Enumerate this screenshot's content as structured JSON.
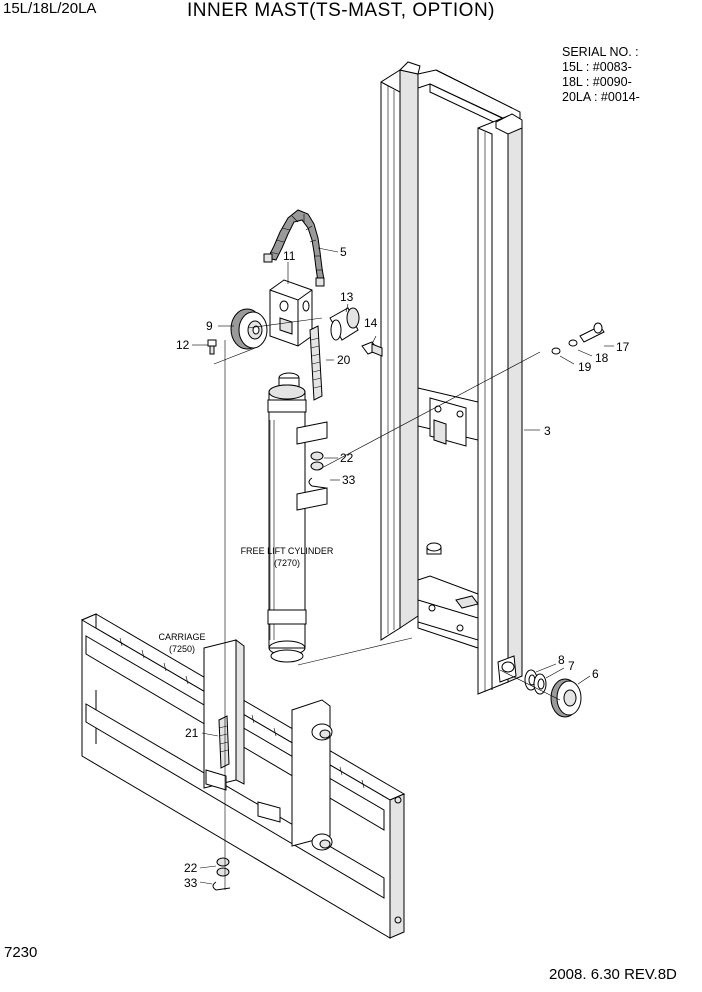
{
  "header": {
    "model": "15L/18L/20LA",
    "title": "INNER MAST(TS-MAST, OPTION)"
  },
  "serial": {
    "heading": "SERIAL NO. :",
    "lines": [
      "15L : #0083-",
      "18L : #0090-",
      "20LA : #0014-"
    ]
  },
  "labels": {
    "free_lift_cylinder": "FREE LIFT CYLINDER",
    "free_lift_cylinder_ref": "(7270)",
    "carriage": "CARRIAGE",
    "carriage_ref": "(7250)"
  },
  "parts": {
    "p3": "3",
    "p5": "5",
    "p6": "6",
    "p7": "7",
    "p8": "8",
    "p9": "9",
    "p11": "11",
    "p12": "12",
    "p13": "13",
    "p14": "14",
    "p17": "17",
    "p18": "18",
    "p19": "19",
    "p20": "20",
    "p21": "21",
    "p22a": "22",
    "p33a": "33",
    "p22b": "22",
    "p33b": "33"
  },
  "footer": {
    "page_number": "7230",
    "date_revision": "2008. 6.30  REV.8D"
  }
}
